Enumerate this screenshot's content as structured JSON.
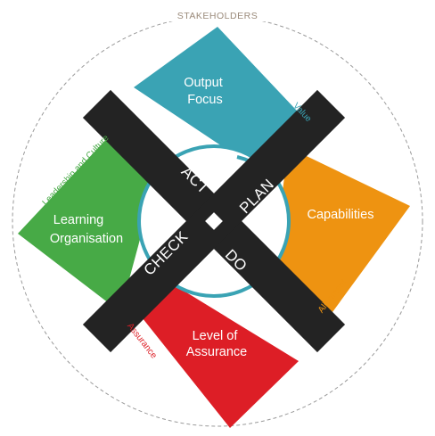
{
  "outer_ring": {
    "label": "STAKEHOLDERS"
  },
  "quadrants": [
    {
      "id": "output",
      "lines": [
        "Output",
        "Focus"
      ],
      "color": "#3aa3b4"
    },
    {
      "id": "capabilities",
      "lines": [
        "Capabilities"
      ],
      "color": "#ee9311"
    },
    {
      "id": "assurance",
      "lines": [
        "Level of",
        "Assurance"
      ],
      "color": "#dd1e26"
    },
    {
      "id": "learning",
      "lines": [
        "Learning",
        "Organisation"
      ],
      "color": "#47aa46"
    }
  ],
  "edge_labels": [
    {
      "id": "value",
      "text": "Value",
      "color": "#3aa3b4"
    },
    {
      "id": "alignment",
      "text": "Alignment",
      "color": "#ee9311"
    },
    {
      "id": "assurance",
      "text": "Assurance",
      "color": "#dd1e26"
    },
    {
      "id": "leadership",
      "text": "Leadership and Culture",
      "color": "#47aa46"
    }
  ],
  "cycle": {
    "act": "ACT",
    "plan": "PLAN",
    "do": "DO",
    "check": "CHECK",
    "bar_color": "#232323",
    "ring_color": "#3aa3b4"
  }
}
